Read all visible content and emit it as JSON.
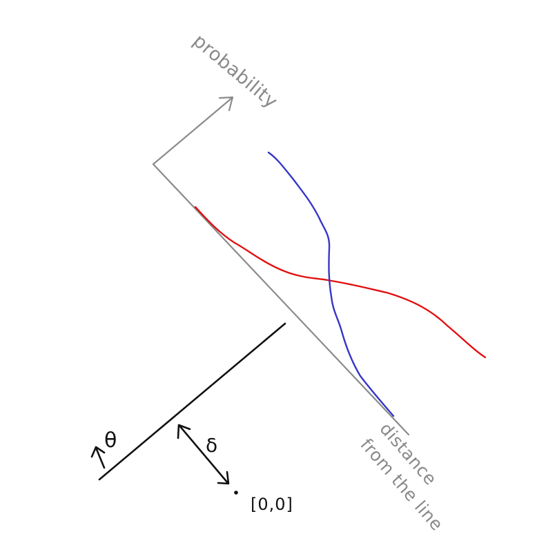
{
  "axes": {
    "y_label": "probability",
    "x_label_line1": "distance",
    "x_label_line2": "from the line"
  },
  "symbols": {
    "theta": "θ",
    "delta": "δ",
    "origin": "[0,0]"
  },
  "colors": {
    "axis": "#8a8a8a",
    "ink": "#111111",
    "red_curve": "#e01010",
    "blue_curve": "#3535c8"
  }
}
